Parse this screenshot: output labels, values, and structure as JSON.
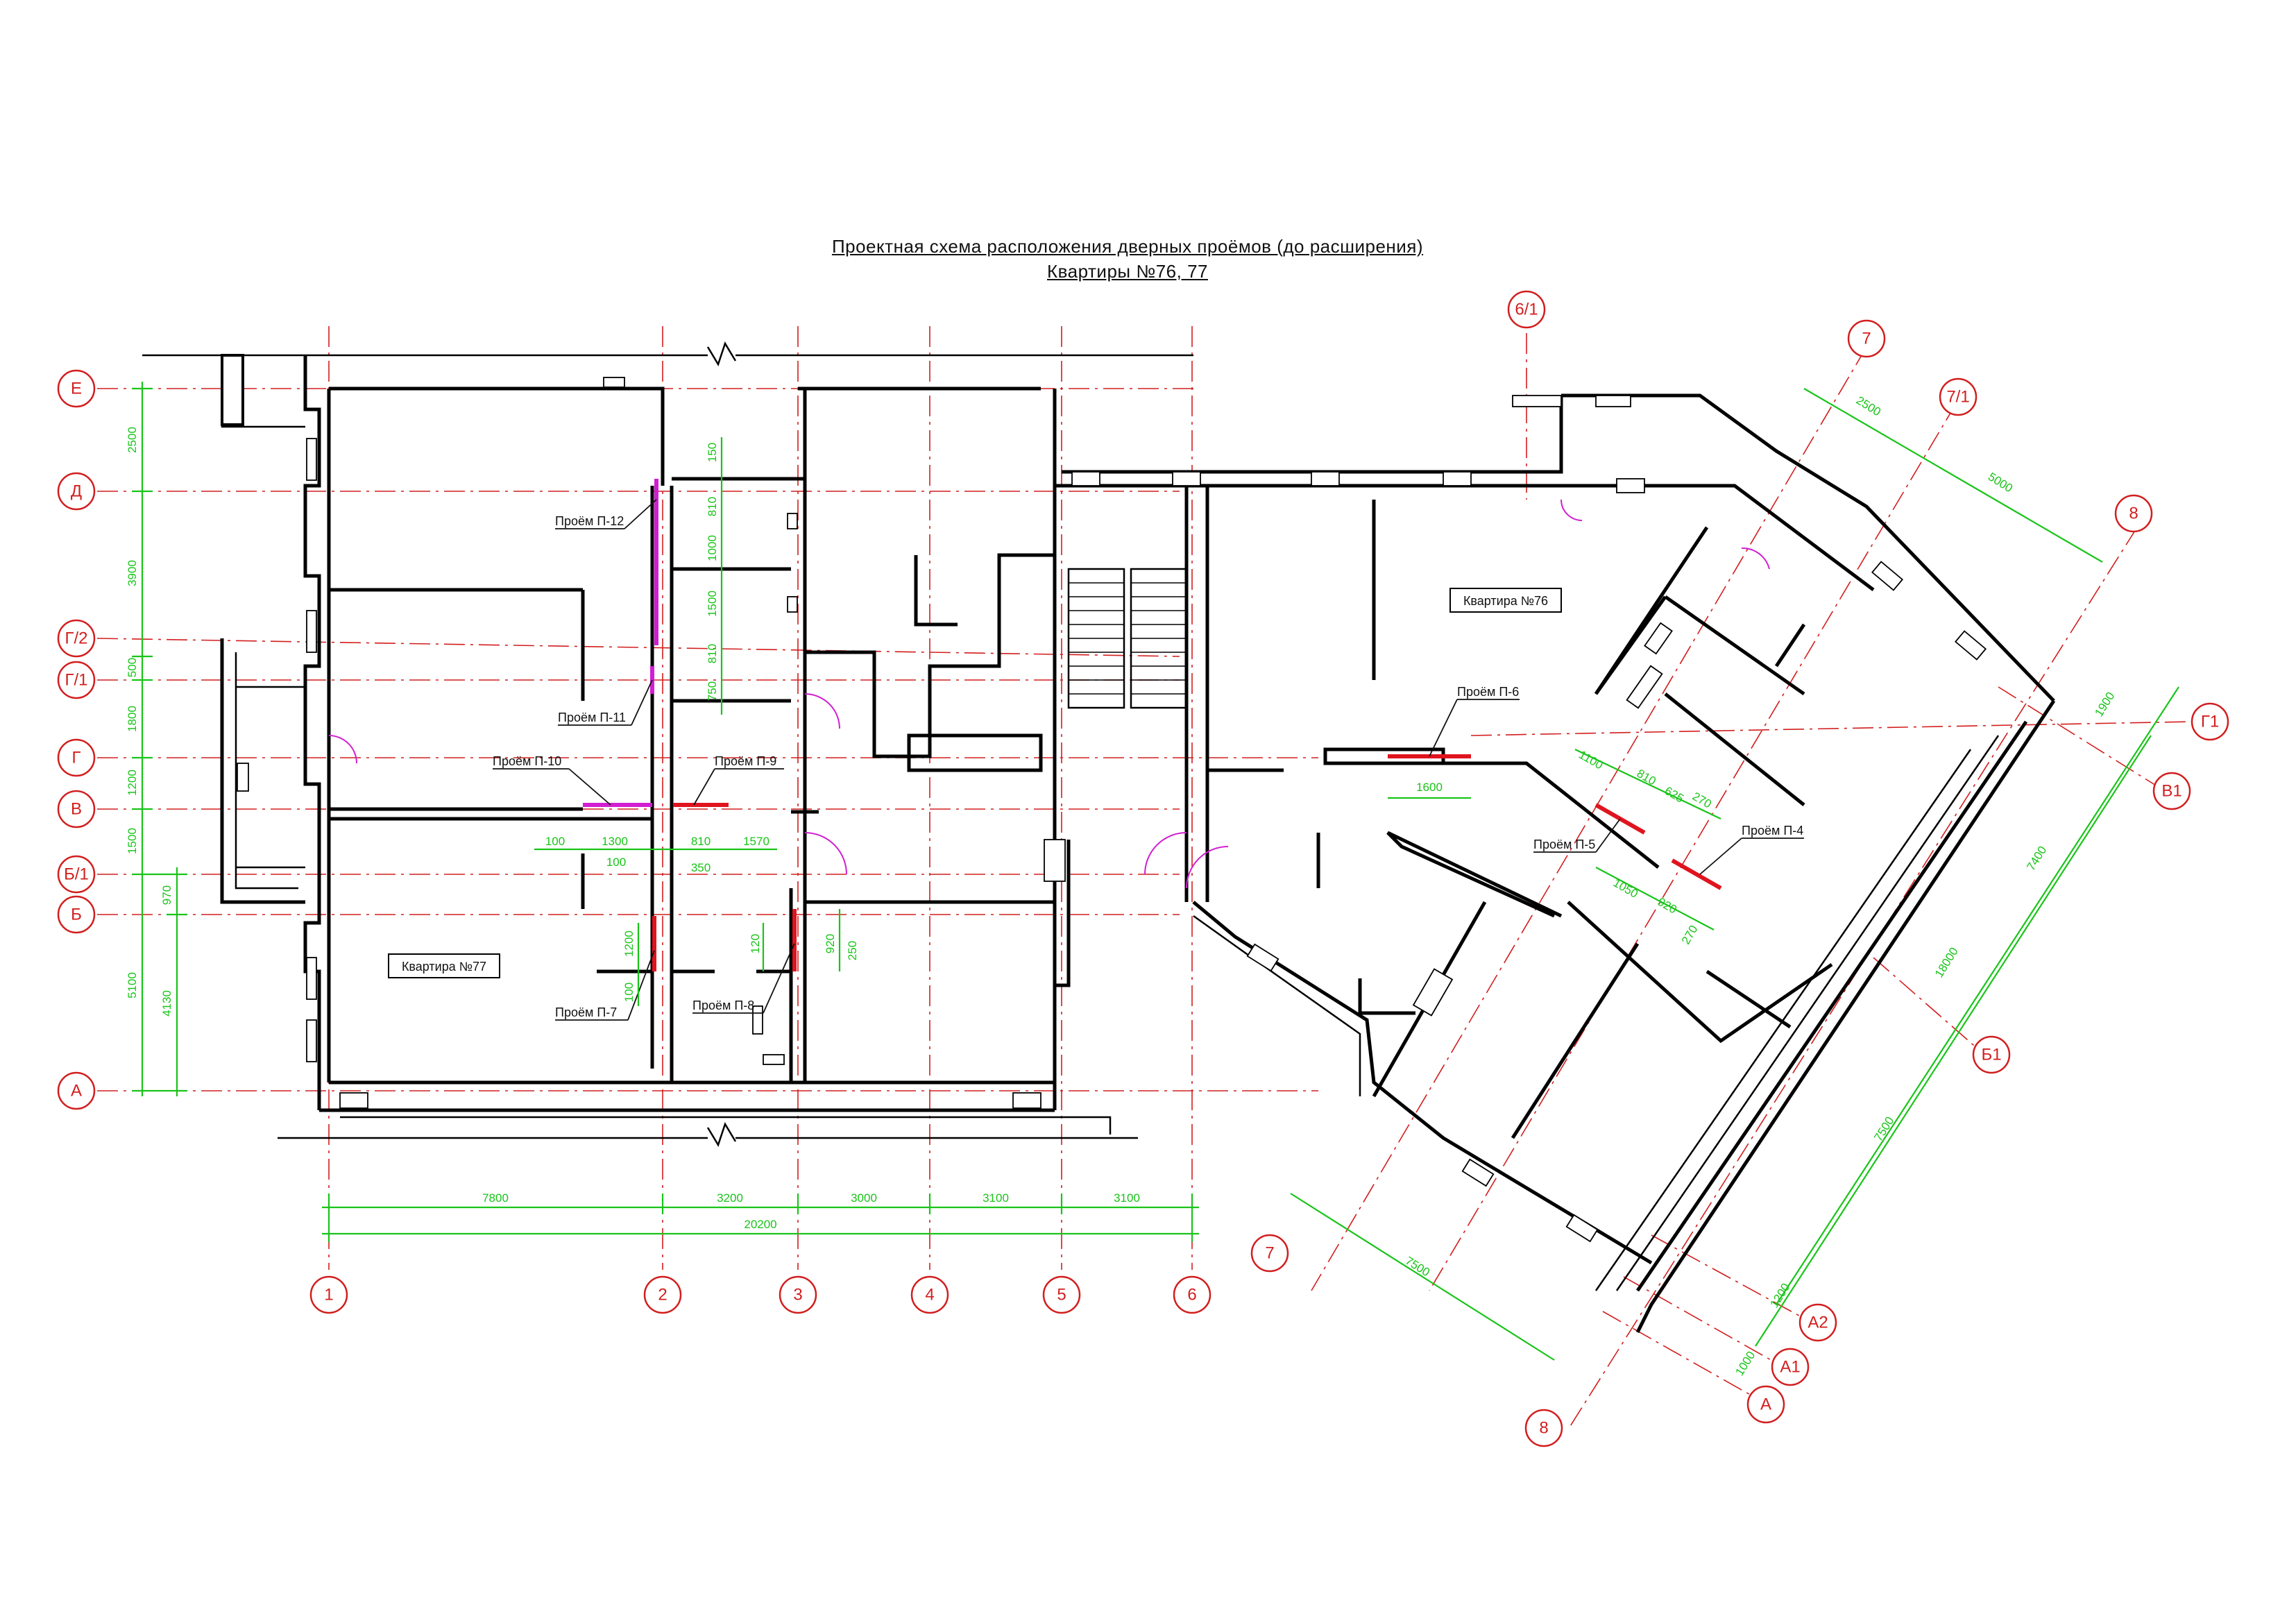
{
  "title": {
    "line1": "Проектная схема расположения дверных проёмов (до расширения)",
    "line2": "Квартиры №76, 77"
  },
  "apartments": {
    "a77": "Квартира №77",
    "a76": "Квартира №76"
  },
  "axes": {
    "rows_left": [
      "Е",
      "Д",
      "Г/2",
      "Г/1",
      "Г",
      "В",
      "Б/1",
      "Б",
      "А"
    ],
    "cols_bottom": [
      "1",
      "2",
      "3",
      "4",
      "5",
      "6"
    ],
    "wing_right": [
      "Г1",
      "В1",
      "Б1",
      "А2",
      "А1",
      "А"
    ],
    "wing_top": [
      "6/1",
      "7",
      "7/1",
      "8"
    ],
    "wing_bottom": [
      "7",
      "8"
    ]
  },
  "openings": {
    "p4": "Проём П-4",
    "p5": "Проём П-5",
    "p6": "Проём П-6",
    "p7": "Проём П-7",
    "p8": "Проём П-8",
    "p9": "Проём П-9",
    "p10": "Проём П-10",
    "p11": "Проём П-11",
    "p12": "Проём П-12"
  },
  "dims_left": [
    "2500",
    "3900",
    "500",
    "1800",
    "1200",
    "1500",
    "5100",
    "970",
    "4130"
  ],
  "dims_bottom": [
    "7800",
    "3200",
    "3000",
    "3100",
    "3100",
    "20200"
  ],
  "dims_center": {
    "d150": "150",
    "d810a": "810",
    "d1000": "1000",
    "d1500": "1500",
    "d810b": "810",
    "d750": "750",
    "d100a": "100",
    "d1300": "1300",
    "d100b": "100",
    "d810c": "810",
    "d350": "350",
    "d1570": "1570",
    "d1200": "1200",
    "d100c": "100",
    "d120": "120",
    "d920": "920",
    "d250": "250"
  },
  "dims_wing": {
    "d1600": "1600",
    "d1100": "1100",
    "d810": "810",
    "d625": "625",
    "d270a": "270",
    "d1050": "1050",
    "d920": "920",
    "d270b": "270",
    "d2500": "2500",
    "d5000": "5000",
    "d1900": "1900",
    "d7400": "7400",
    "d18000": "18000",
    "d7500a": "7500",
    "d7500b": "7500",
    "d1200": "1200",
    "d1000": "1000"
  },
  "colors": {
    "grid": "#d21e1e",
    "dimension": "#19c419",
    "opening_red": "#e0141e",
    "opening_magenta": "#d21ed2",
    "wall": "#000000"
  }
}
